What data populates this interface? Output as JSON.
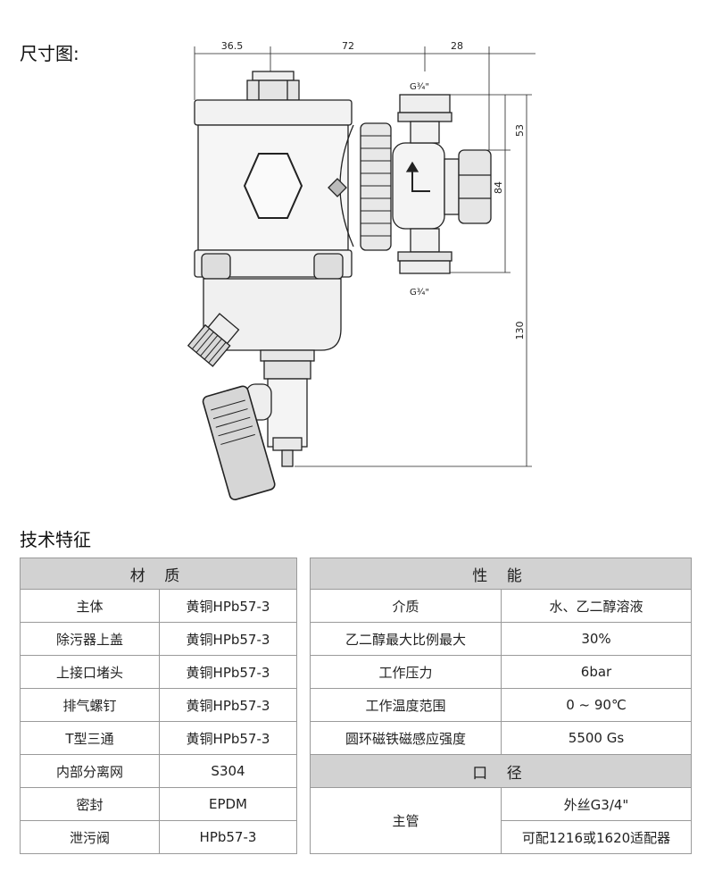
{
  "dimension_title": "尺寸图:",
  "tech_title": "技术特征",
  "drawing": {
    "dims": {
      "top_left": "36.5",
      "top_mid": "72",
      "top_right": "28",
      "right_53": "53",
      "right_84": "84",
      "right_130": "130",
      "thread_top": "G¾\"",
      "thread_bottom": "G¾\""
    }
  },
  "materials": {
    "header": "材 质",
    "rows": [
      {
        "name": "主体",
        "value": "黄铜HPb57-3"
      },
      {
        "name": "除污器上盖",
        "value": "黄铜HPb57-3"
      },
      {
        "name": "上接口堵头",
        "value": "黄铜HPb57-3"
      },
      {
        "name": "排气螺钉",
        "value": "黄铜HPb57-3"
      },
      {
        "name": "T型三通",
        "value": "黄铜HPb57-3"
      },
      {
        "name": "内部分离网",
        "value": "S304"
      },
      {
        "name": "密封",
        "value": "EPDM"
      },
      {
        "name": "泄污阀",
        "value": "HPb57-3"
      }
    ]
  },
  "performance": {
    "header": "性 能",
    "rows": [
      {
        "name": "介质",
        "value": "水、乙二醇溶液"
      },
      {
        "name": "乙二醇最大比例最大",
        "value": "30%"
      },
      {
        "name": "工作压力",
        "value": "6bar"
      },
      {
        "name": "工作温度范围",
        "value": "0 ~ 90℃"
      },
      {
        "name": "圆环磁铁磁感应强度",
        "value": "5500 Gs"
      }
    ]
  },
  "caliber": {
    "header": "口 径",
    "name": "主管",
    "values": [
      "外丝G3/4\"",
      "可配1216或1620适配器"
    ]
  }
}
